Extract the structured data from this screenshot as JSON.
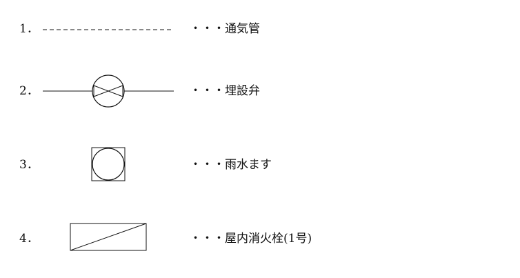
{
  "legend": {
    "items": [
      {
        "number": "1．",
        "label": "・・・通気管",
        "symbol": "dashed-line-icon"
      },
      {
        "number": "2．",
        "label": "・・・埋設弁",
        "symbol": "buried-valve-icon"
      },
      {
        "number": "3．",
        "label": "・・・雨水ます",
        "symbol": "rainwater-basin-icon"
      },
      {
        "number": "4．",
        "label": "・・・屋内消火栓(1号)",
        "symbol": "indoor-fire-hydrant-icon"
      }
    ]
  },
  "colors": {
    "stroke": "#111111",
    "background": "#ffffff"
  }
}
